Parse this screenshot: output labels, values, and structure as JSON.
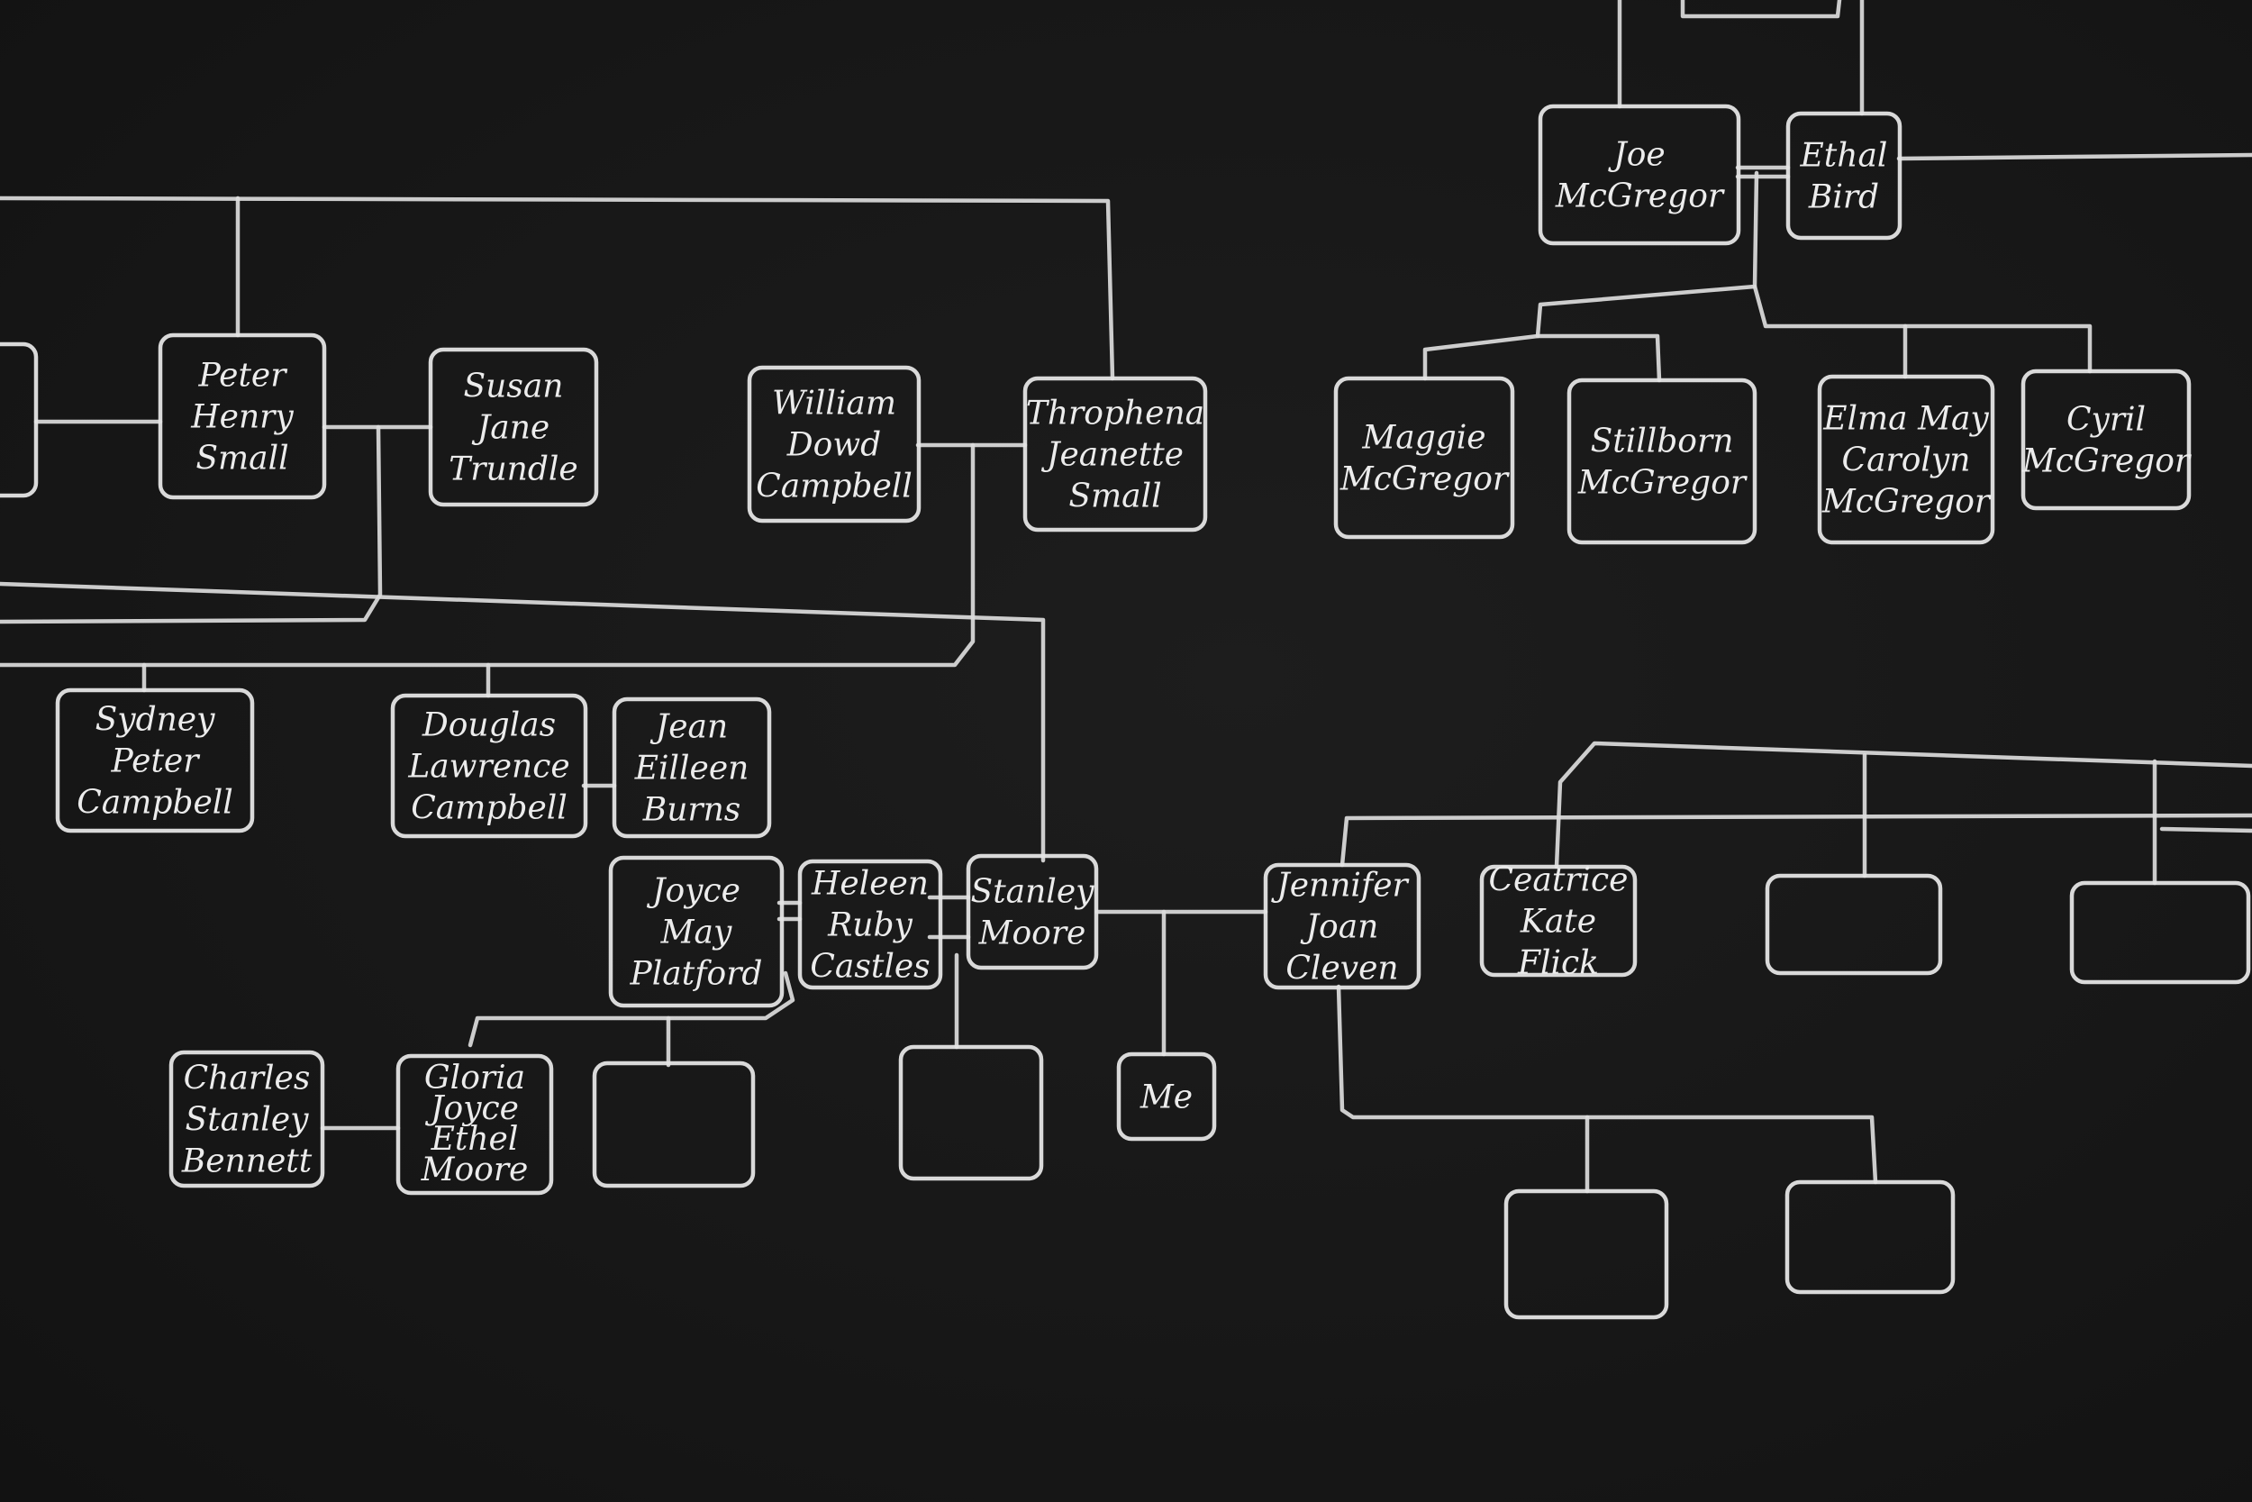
{
  "people": [
    {
      "id": "peter",
      "lines": [
        "Peter",
        "Henry",
        "Small"
      ]
    },
    {
      "id": "susan",
      "lines": [
        "Susan",
        "Jane",
        "Trundle"
      ]
    },
    {
      "id": "william",
      "lines": [
        "William",
        "Dowd",
        "Campbell"
      ]
    },
    {
      "id": "throphena",
      "lines": [
        "Throphena",
        "Jeanette",
        "Small"
      ]
    },
    {
      "id": "joe",
      "lines": [
        "Joe",
        "McGregor"
      ]
    },
    {
      "id": "ethal",
      "lines": [
        "Ethal",
        "Bird"
      ]
    },
    {
      "id": "maggie",
      "lines": [
        "Maggie",
        "McGregor"
      ]
    },
    {
      "id": "stillborn",
      "lines": [
        "Stillborn",
        "McGregor"
      ]
    },
    {
      "id": "elma",
      "lines": [
        "Elma May",
        "Carolyn",
        "McGregor"
      ]
    },
    {
      "id": "cyril",
      "lines": [
        "Cyril",
        "McGregor"
      ]
    },
    {
      "id": "sydney",
      "lines": [
        "Sydney",
        "Peter",
        "Campbell"
      ]
    },
    {
      "id": "douglas",
      "lines": [
        "Douglas",
        "Lawrence",
        "Campbell"
      ]
    },
    {
      "id": "jean",
      "lines": [
        "Jean",
        "Eilleen",
        "Burns"
      ]
    },
    {
      "id": "joyce",
      "lines": [
        "Joyce",
        "May",
        "Platford"
      ]
    },
    {
      "id": "heleen",
      "lines": [
        "Heleen",
        "Ruby",
        "Castles"
      ]
    },
    {
      "id": "stanley",
      "lines": [
        "Stanley",
        "Moore"
      ]
    },
    {
      "id": "jennifer",
      "lines": [
        "Jennifer",
        "Joan",
        "Cleven"
      ]
    },
    {
      "id": "ceatrice",
      "lines": [
        "Ceatrice",
        "Kate",
        "Flick"
      ]
    },
    {
      "id": "charles",
      "lines": [
        "Charles",
        "Stanley",
        "Bennett"
      ]
    },
    {
      "id": "gloria",
      "lines": [
        "Gloria",
        "Joyce",
        "Ethel",
        "Moore"
      ]
    },
    {
      "id": "me",
      "lines": [
        "Me"
      ]
    },
    {
      "id": "empty-1",
      "lines": []
    },
    {
      "id": "empty-2",
      "lines": []
    },
    {
      "id": "empty-3",
      "lines": []
    },
    {
      "id": "empty-4",
      "lines": []
    },
    {
      "id": "empty-5",
      "lines": []
    },
    {
      "id": "empty-6",
      "lines": []
    },
    {
      "id": "empty-7",
      "lines": []
    },
    {
      "id": "partial-left",
      "lines": []
    }
  ]
}
